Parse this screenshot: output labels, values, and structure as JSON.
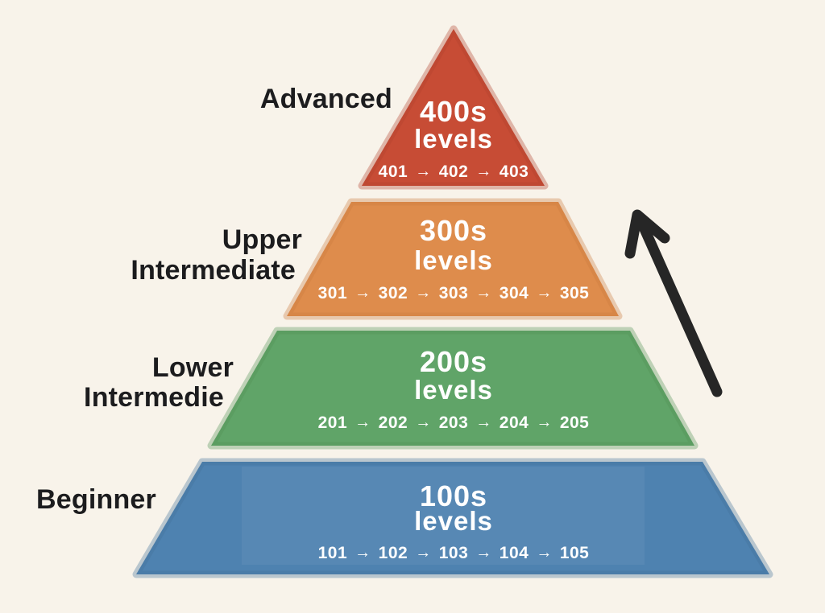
{
  "palette": {
    "background": "#f8f3ea",
    "text_dark": "#1c1c1e",
    "text_light": "#ffffff",
    "arrow": "#262626"
  },
  "glyphs": {
    "sequence_arrow": "→"
  },
  "side_labels": {
    "advanced": "Advanced",
    "upper_line1": "Upper",
    "upper_line2": "Intermediate",
    "lower_line1": "Lower",
    "lower_line2": "Intermedie",
    "beginner": "Beginner"
  },
  "pyramid": {
    "levels": [
      {
        "name": "Advanced",
        "heading": "400s",
        "subheading": "levels",
        "sequence": [
          "401",
          "402",
          "403"
        ],
        "fill": "#c74c35",
        "edge": "#b2422e"
      },
      {
        "name": "Upper Intermediate",
        "heading": "300s",
        "subheading": "levels",
        "sequence": [
          "301",
          "302",
          "303",
          "304",
          "305"
        ],
        "fill": "#de8c4c",
        "edge": "#cb7c3e"
      },
      {
        "name": "Lower Intermedie",
        "heading": "200s",
        "subheading": "levels",
        "sequence": [
          "201",
          "202",
          "203",
          "204",
          "205"
        ],
        "fill": "#60a468",
        "edge": "#539257"
      },
      {
        "name": "Beginner",
        "heading": "100s",
        "subheading": "levels",
        "sequence": [
          "101",
          "102",
          "103",
          "104",
          "105"
        ],
        "fill": "#4e82b0",
        "edge": "#44729c"
      }
    ]
  },
  "arrow": {
    "meaning": "progression upward",
    "color": "#262626"
  }
}
